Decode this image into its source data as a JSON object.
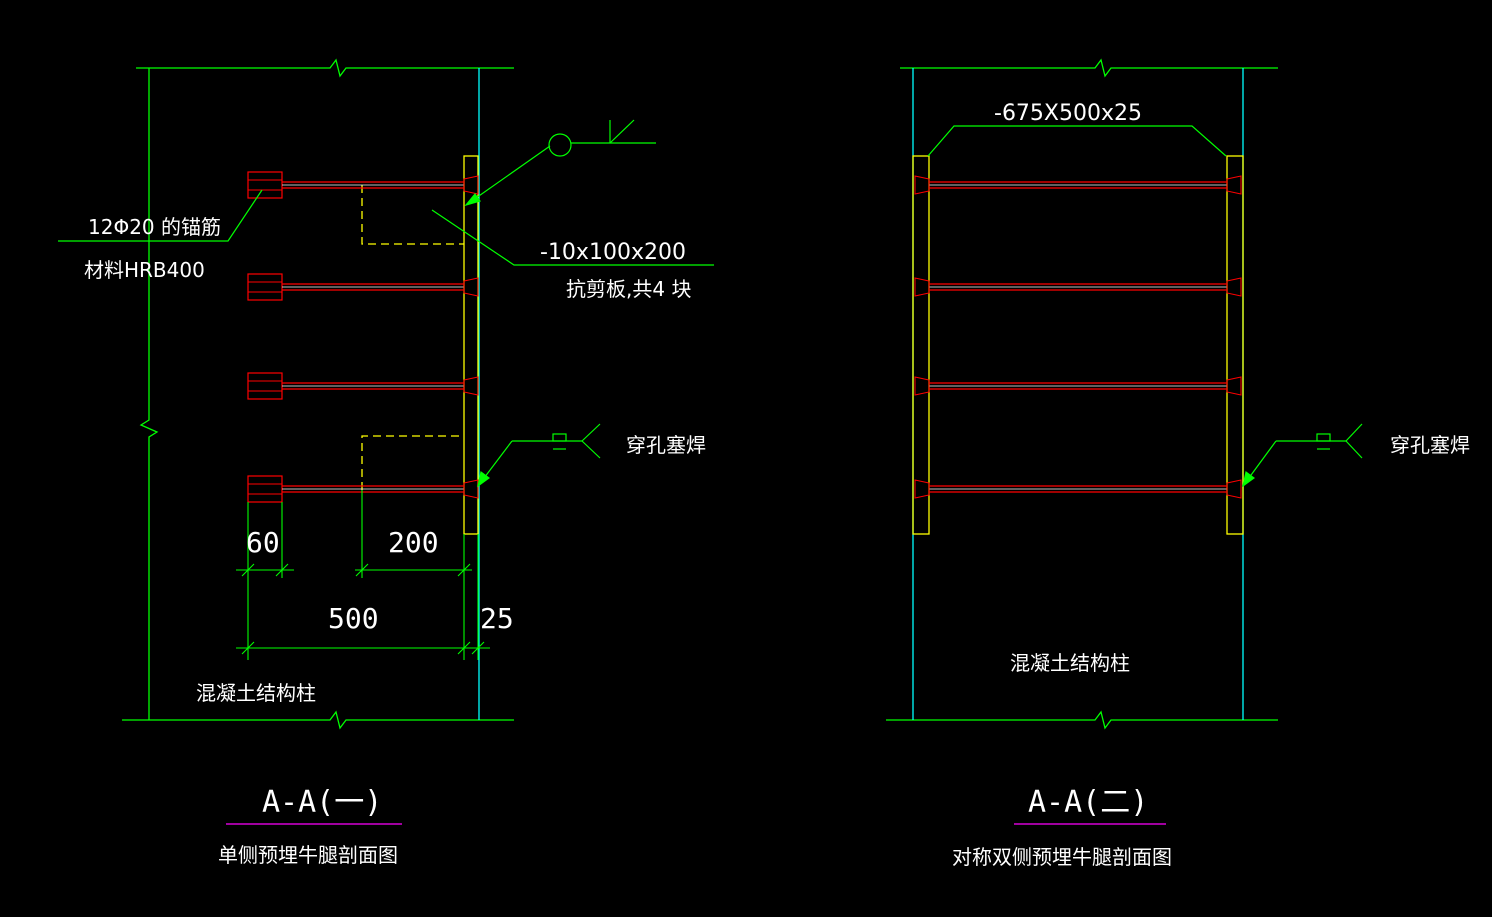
{
  "colors": {
    "background": "#000000",
    "outline": "#00ff00",
    "plate": "#ffff00",
    "rebar": "#ff0000",
    "column_edge": "#00ffff",
    "title_underline": "#ff00ff",
    "text": "#ffffff"
  },
  "left_view": {
    "anchor_label": "12Φ20 的锚筋",
    "material_label": "材料HRB400",
    "plate_spec": "-10x100x200",
    "plate_note": "抗剪板,共4 块",
    "weld_label": "穿孔塞焊",
    "dim_60": "60",
    "dim_200": "200",
    "dim_500": "500",
    "dim_25": "25",
    "column_label": "混凝土结构柱",
    "title": "A-A(一)",
    "subtitle": "单侧预埋牛腿剖面图"
  },
  "right_view": {
    "plate_spec": "-675X500x25",
    "weld_label": "穿孔塞焊",
    "column_label": "混凝土结构柱",
    "title": "A-A(二)",
    "subtitle": "对称双侧预埋牛腿剖面图"
  }
}
